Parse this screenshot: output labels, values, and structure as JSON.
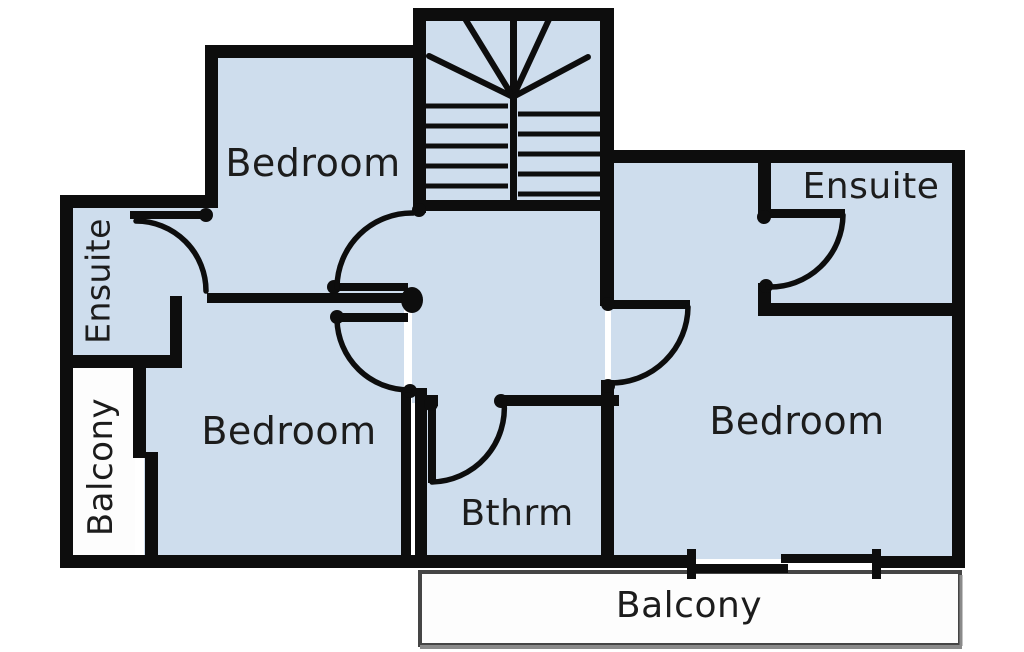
{
  "diagram_type": "floor-plan",
  "rooms": {
    "bedroom_top_left": {
      "label": "Bedroom"
    },
    "bedroom_middle_left": {
      "label": "Bedroom"
    },
    "bedroom_right": {
      "label": "Bedroom"
    },
    "ensuite_left": {
      "label": "Ensuite"
    },
    "ensuite_right": {
      "label": "Ensuite"
    },
    "bathroom": {
      "label": "Bthrm"
    },
    "balcony_left": {
      "label": "Balcony"
    },
    "balcony_bottom": {
      "label": "Balcony"
    }
  },
  "colors": {
    "room_fill": "#cedded",
    "wall": "#0d0d0d",
    "balcony_fill": "#fdfdfd",
    "balcony_border": "#454545",
    "text": "#1c1c1c",
    "background": "#ffffff"
  }
}
